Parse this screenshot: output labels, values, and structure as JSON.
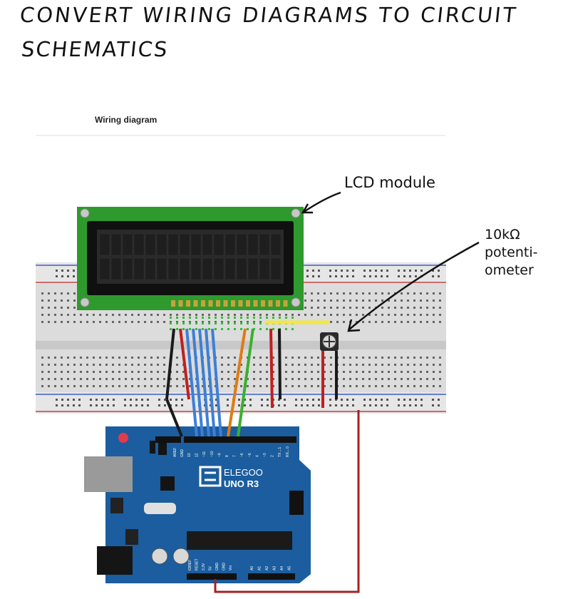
{
  "title": {
    "line1": "Convert wiring diagrams to circuit",
    "line2": "schematics"
  },
  "subtitle": "Wiring diagram",
  "annotations": {
    "lcd": "LCD module",
    "pot_line1": "10kΩ",
    "pot_line2": "potenti-",
    "pot_line3": "ometer"
  },
  "board": {
    "brand": "ELEGOO",
    "model": "UNO R3",
    "aref": "AREF",
    "gnd": "GND",
    "digital_pins": [
      "13",
      "12",
      "~11",
      "~10",
      "~9",
      "8",
      "7",
      "~6",
      "~5",
      "4",
      "~3",
      "2",
      "TX→1",
      "RX←0"
    ],
    "power_pins": [
      "IOREF",
      "RESET",
      "3.3V",
      "5V",
      "GND",
      "GND",
      "Vin"
    ],
    "analog_pins": [
      "A0",
      "A1",
      "A2",
      "A3",
      "A4",
      "A5"
    ]
  },
  "colors": {
    "breadboard": "#d9d9d9",
    "lcd_board": "#2e9a2e",
    "lcd_screen": "#1a1a1a",
    "arduino": "#1b5d9e",
    "wire_black": "#1a1a1a",
    "wire_red": "#c0201e",
    "wire_blue": "#3d7fd6",
    "wire_orange": "#e07b12",
    "wire_green": "#3ab02c",
    "wire_yellow": "#f4e83c",
    "wire_darkred": "#a52222"
  }
}
